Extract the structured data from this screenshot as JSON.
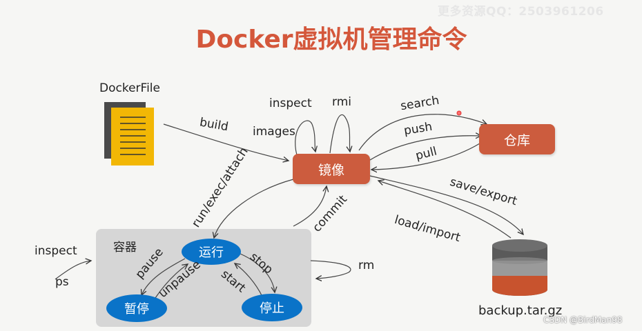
{
  "watermark_top": "更多资源QQ：2503961206",
  "watermark_bottom": "CSDN @BirdMan98",
  "title": "Docker虚拟机管理命令",
  "nodes": {
    "dockerfile": "DockerFile",
    "image": "镜像",
    "registry": "仓库",
    "backup": "backup.tar.gz",
    "container_group": "容器",
    "running": "运行",
    "paused": "暂停",
    "stopped": "停止"
  },
  "edges": {
    "build": "build",
    "inspect_image": "inspect",
    "rmi": "rmi",
    "images": "images",
    "search": "search",
    "push": "push",
    "pull": "pull",
    "run_exec_attach": "run/exec/attach",
    "commit": "commit",
    "save_export": "save/export",
    "load_import": "load/import",
    "inspect_container": "inspect",
    "ps": "ps",
    "rm": "rm",
    "pause": "pause",
    "unpause": "unpause",
    "stop": "stop",
    "start": "start"
  },
  "colors": {
    "title": "#d4573b",
    "image_node": "#cc5c3e",
    "state_node": "#0a73c8",
    "container_box": "#d6d6d6",
    "document_fill": "#f2b705",
    "document_shadow": "#4a4a4a",
    "cylinder_top": "#5a5a5a",
    "cylinder_mid": "#9a9a9a",
    "cylinder_bottom": "#c8532e"
  },
  "icons": {
    "dockerfile": "document-icon",
    "backup": "database-cylinder-icon"
  }
}
